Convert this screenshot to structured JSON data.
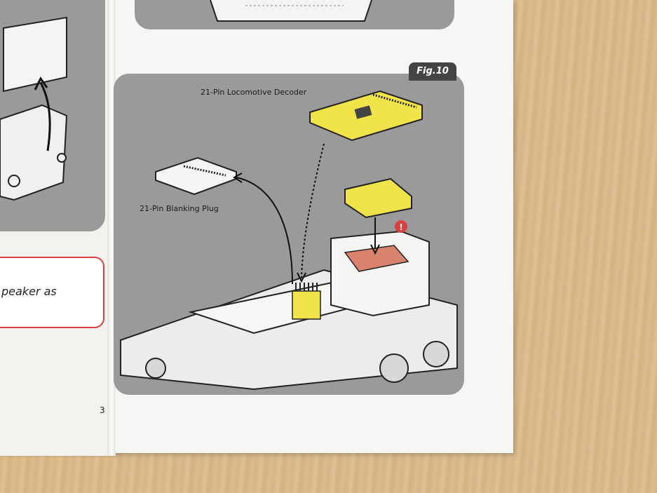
{
  "figure": {
    "tab_label": "Fig.10",
    "decoder_label": "21-Pin Locomotive Decoder",
    "blanking_plug_label": "21-Pin Blanking Plug",
    "warning_glyph": "!"
  },
  "left_page": {
    "callout_text": "peaker as",
    "page_number": "3"
  },
  "colors": {
    "panel_grey": "#9a9a9a",
    "part_yellow": "#f1e34a",
    "highlight_red": "#d9826e",
    "callout_border": "#d94040",
    "warning_red": "#d94040"
  }
}
